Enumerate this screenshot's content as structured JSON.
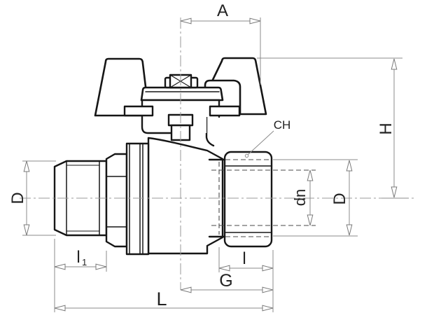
{
  "drawing": {
    "subject": "ball-valve-with-butterfly-handle-dimension-drawing",
    "labels": {
      "top_width": "A",
      "height": "H",
      "wrench_size": "CH",
      "male_thread_outer_diameter": "D",
      "nominal_bore_diameter": "dn",
      "female_side_outer_diameter": "D",
      "male_thread_length": "l",
      "male_thread_length_subscript": "1",
      "female_thread_length": "l",
      "female_end_length": "G",
      "overall_length": "L"
    },
    "colors": {
      "object_line": "#161616",
      "dimension_line": "#8b8b8b",
      "centerline": "#9a9a9a",
      "hidden_line": "#4a4a4a",
      "label_text": "#222222",
      "background": "#ffffff"
    }
  }
}
